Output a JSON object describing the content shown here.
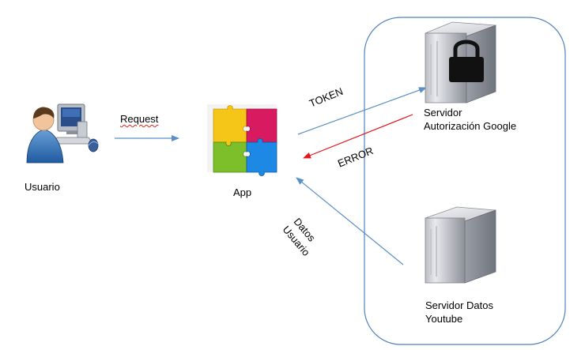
{
  "nodes": {
    "user": {
      "label": "Usuario",
      "icon": "user-computer-icon"
    },
    "app": {
      "label": "App",
      "icon": "puzzle-icon"
    },
    "auth_server": {
      "line1": "Servidor",
      "line2": "Autorización Google",
      "icon": "locked-server-icon"
    },
    "data_server": {
      "line1": "Servidor Datos",
      "line2": "Youtube",
      "icon": "server-icon"
    }
  },
  "edges": {
    "request": "Request",
    "token": "TOKEN",
    "error": "ERROR",
    "datos_line1": "Datos",
    "datos_line2": "Usuario"
  },
  "colors": {
    "arrow_blue": "#5b8fc7",
    "arrow_red": "#e8141b",
    "container_border": "#4f81bd",
    "puzzle_yellow": "#f5c518",
    "puzzle_magenta": "#d81b60",
    "puzzle_green": "#7cbf2a",
    "puzzle_blue": "#1e88e5"
  }
}
